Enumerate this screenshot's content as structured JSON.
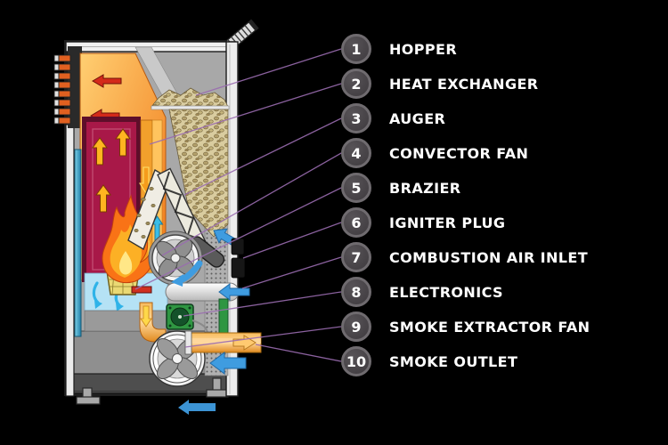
{
  "figure": {
    "subject": "Pellet stove cutaway diagram"
  },
  "legend": [
    {
      "number": "1",
      "label": "HOPPER"
    },
    {
      "number": "2",
      "label": "HEAT EXCHANGER"
    },
    {
      "number": "3",
      "label": "AUGER"
    },
    {
      "number": "4",
      "label": "CONVECTOR FAN"
    },
    {
      "number": "5",
      "label": "BRAZIER"
    },
    {
      "number": "6",
      "label": "IGNITER PLUG"
    },
    {
      "number": "7",
      "label": "COMBUSTION AIR INLET"
    },
    {
      "number": "8",
      "label": "ELECTRONICS"
    },
    {
      "number": "9",
      "label": "SMOKE EXTRACTOR FAN"
    },
    {
      "number": "10",
      "label": "SMOKE OUTLET"
    }
  ],
  "colors": {
    "background": "#000000",
    "connector_line": "#9a6cb0",
    "label_text": "#ffffff",
    "badge_fill": "#474347",
    "badge_ring": "#6f6b6f",
    "cabinet_gray": "#a8a8a8",
    "heat_panel_orange": "#f07818",
    "firebox_crimson": "#a81848",
    "flame_orange": "#f97316",
    "pellet_beige": "#d9cc9f",
    "air_arrow_blue": "#3f9ce0",
    "electronics_green": "#2f9642",
    "smoke_pipe_orange": "#f5b04a"
  }
}
